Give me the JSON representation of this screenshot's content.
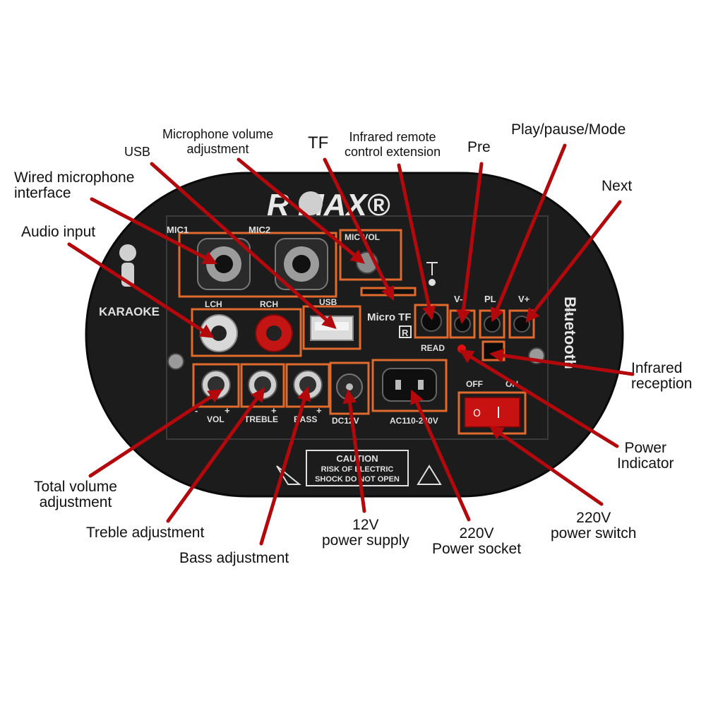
{
  "board": {
    "brand": "R   MAX®",
    "karaoke": "KARAOKE",
    "bluetooth": "Bluetooth",
    "mic1": "MIC1",
    "mic2": "MIC2",
    "lch": "LCH",
    "rch": "RCH",
    "usb": "USB",
    "mic_vol": "MIC VOL",
    "micro_tf": "Micro TF",
    "tf_mark": "R",
    "read": "READ",
    "vminus": "V-",
    "pl": "PL",
    "vplus": "V+",
    "vol": "VOL",
    "treble": "TREBLE",
    "bass": "BASS",
    "dc12v": "DC12V",
    "ac": "AC110-240V",
    "off": "OFF",
    "on": "ON",
    "caution_title": "CAUTION",
    "caution_line1": "RISK OF ELECTRIC",
    "caution_line2": "SHOCK DO NOT OPEN",
    "plus": "+",
    "minus": "-"
  },
  "callouts": {
    "usb": "USB",
    "mic_volume": [
      "Microphone volume",
      "adjustment"
    ],
    "tf": "TF",
    "infrared_remote": [
      "Infrared remote",
      "control extension"
    ],
    "pre": "Pre",
    "play_pause": "Play/pause/Mode",
    "next": "Next",
    "wired_mic": [
      "Wired microphone",
      "interface"
    ],
    "audio_input": "Audio input",
    "infrared_reception": [
      "Infrared",
      "reception"
    ],
    "power_indicator": [
      "Power",
      "Indicator"
    ],
    "total_volume": [
      "Total volume",
      "adjustment"
    ],
    "treble": "Treble adjustment",
    "bass": "Bass adjustment",
    "power_12v": [
      "12V",
      "power supply"
    ],
    "socket_220v": [
      "220V",
      "Power socket"
    ],
    "switch_220v": [
      "220V",
      "power switch"
    ]
  },
  "colors": {
    "board": "#1c1c1c",
    "orange": "#e06a2c",
    "arrow": "#b3080c",
    "text": "#111111"
  }
}
